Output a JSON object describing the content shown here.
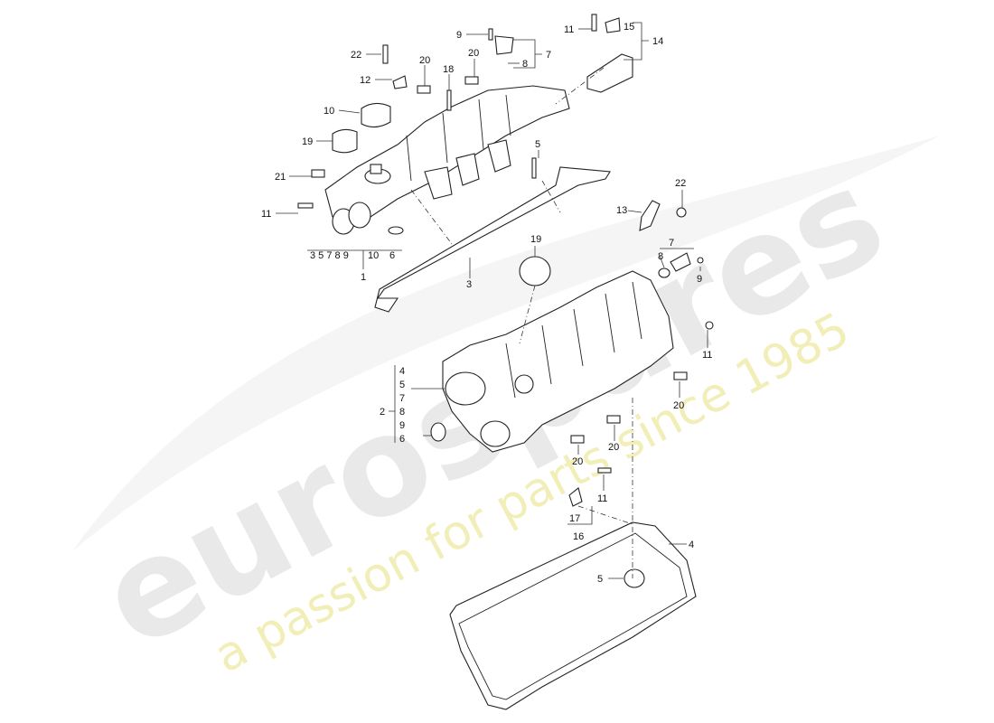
{
  "watermark": {
    "brand": "eurospares",
    "tagline": "a passion for parts since 1985"
  },
  "callouts": {
    "c9_top": "9",
    "c22_top": "22",
    "c12": "12",
    "c20_a": "20",
    "c20_b": "20",
    "c18": "18",
    "c10": "10",
    "c19_top": "19",
    "c21": "21",
    "c11_left": "11",
    "c5_mid": "5",
    "c7_top": "7",
    "c8_top": "8",
    "c11_top": "11",
    "c15": "15",
    "c14": "14",
    "group1_items": "3 5 7 8 9",
    "group1_10": "10",
    "group1_6": "6",
    "c1": "1",
    "c3": "3",
    "c19_mid": "19",
    "c22_right": "22",
    "c13": "13",
    "c7_right": "7",
    "c8_right": "8",
    "c9_right": "9",
    "c11_right": "11",
    "c20_right": "20",
    "c20_mid": "20",
    "c20_bottom": "20",
    "c11_bottom": "11",
    "c17": "17",
    "c16": "16",
    "c4_right": "4",
    "c5_bottom": "5",
    "c2": "2",
    "group2_4": "4",
    "group2_5": "5",
    "group2_7": "7",
    "group2_8": "8",
    "group2_9": "9",
    "group2_6": "6"
  }
}
